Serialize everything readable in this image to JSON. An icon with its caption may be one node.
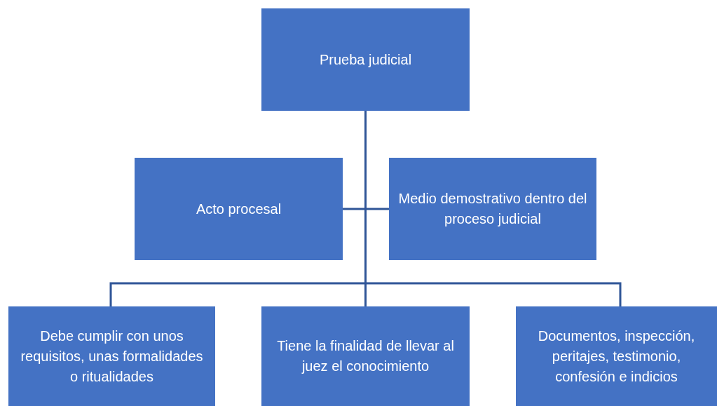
{
  "diagram": {
    "nodes": [
      {
        "text": [
          "Prueba judicial"
        ]
      },
      {
        "text": [
          "Acto procesal"
        ]
      },
      {
        "text": [
          "Medio demostrativo dentro del proceso judicial"
        ]
      },
      {
        "text": [
          "Debe cumplir con unos requisitos, unas formalidades o ritualidades"
        ]
      },
      {
        "text": [
          "Tiene la finalidad de llevar al juez el conocimiento"
        ]
      },
      {
        "text": [
          "Documentos, inspección, peritajes, testimonio, confesión e indicios"
        ]
      }
    ],
    "edges": [
      {
        "from": 0,
        "to": 1,
        "arrow": "none"
      },
      {
        "from": 0,
        "to": 2,
        "arrow": "none"
      },
      {
        "from": 0,
        "to": 3,
        "arrow": "none"
      },
      {
        "from": 0,
        "to": 4,
        "arrow": "none"
      },
      {
        "from": 0,
        "to": 5,
        "arrow": "none"
      }
    ]
  }
}
